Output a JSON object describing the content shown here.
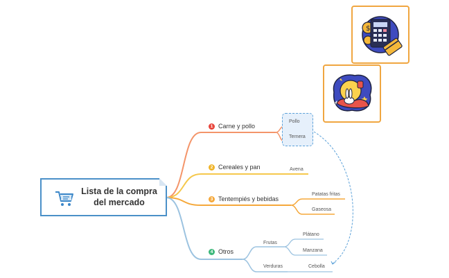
{
  "root": {
    "title": "Lista de la compra del mercado",
    "icon": "shopping-cart-icon"
  },
  "colors": {
    "root_border": "#4a90c8",
    "branch_1": "#f4956a",
    "branch_2": "#f5c84c",
    "branch_3": "#f5a83a",
    "branch_4": "#9cc3e0",
    "badge_1": "#e8453c",
    "badge_2": "#f0b429",
    "badge_3": "#f5a83a",
    "badge_4": "#3db87a",
    "sticker_border": "#f0a640",
    "summary_dash": "#5aa0d8"
  },
  "branches": [
    {
      "number": "1",
      "label": "Carne y pollo",
      "leaves": [
        "Pollo",
        "Ternera"
      ]
    },
    {
      "number": "2",
      "label": "Cereales y pan",
      "leaves": [
        "Avena"
      ]
    },
    {
      "number": "3",
      "label": "Tentempiés y bebidas",
      "leaves": [
        "Patatas fritas",
        "Gaseosa"
      ]
    },
    {
      "number": "4",
      "label": "Otros",
      "groups": [
        {
          "label": "Frutas",
          "leaves": [
            "Plátano",
            "Manzana"
          ]
        },
        {
          "label": "Verduras",
          "leaves": [
            "Cebolla"
          ]
        }
      ]
    }
  ],
  "stickers": [
    {
      "name": "calculator-card-icon"
    },
    {
      "name": "moon-rabbit-icon"
    }
  ]
}
